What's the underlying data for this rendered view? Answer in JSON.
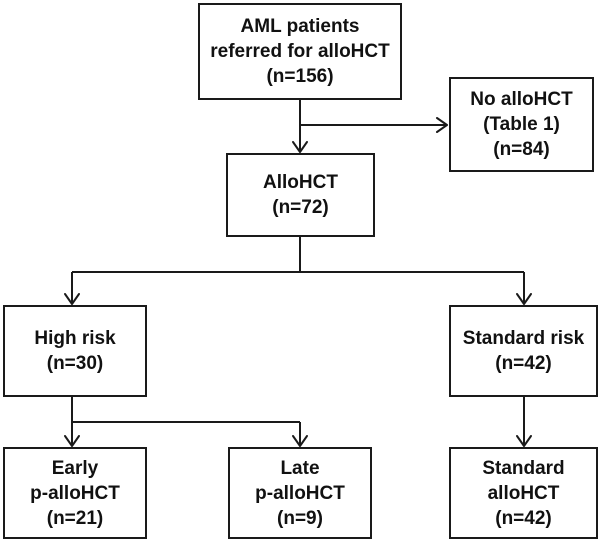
{
  "flowchart": {
    "referred": {
      "line1": "AML patients",
      "line2": "referred for alloHCT",
      "line3": "(n=156)"
    },
    "no_allohct": {
      "line1": "No alloHCT",
      "line2": "(Table 1)",
      "line3": "(n=84)"
    },
    "allohct": {
      "line1": "AlloHCT",
      "line2": "(n=72)"
    },
    "high_risk": {
      "line1": "High risk",
      "line2": "(n=30)"
    },
    "standard_risk": {
      "line1": "Standard risk",
      "line2": "(n=42)"
    },
    "early": {
      "line1": "Early",
      "line2": "p-alloHCT",
      "line3": "(n=21)"
    },
    "late": {
      "line1": "Late",
      "line2": "p-alloHCT",
      "line3": "(n=9)"
    },
    "standard_allohct": {
      "line1": "Standard",
      "line2": "alloHCT",
      "line3": "(n=42)"
    }
  }
}
